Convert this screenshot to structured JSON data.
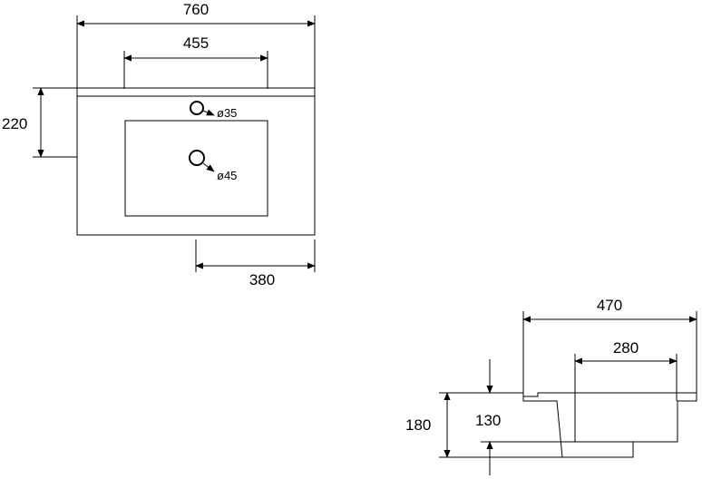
{
  "top_view": {
    "overall_width": "760",
    "basin_width": "455",
    "depth": "220",
    "drain_offset": "380",
    "tap_hole": "ø35",
    "drain_hole": "ø45"
  },
  "side_view": {
    "overall_depth": "470",
    "basin_depth": "280",
    "overall_height": "180",
    "basin_height": "130"
  }
}
